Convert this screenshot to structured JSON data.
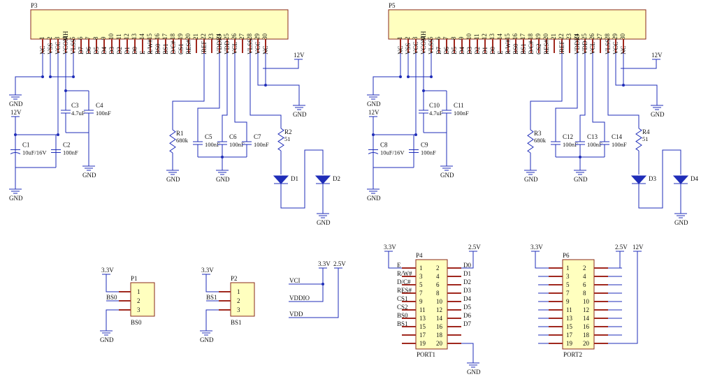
{
  "colors": {
    "wire": "#1f2db8",
    "ic_fill": "#ffffbf",
    "ic_border": "#8a2a1a",
    "pin": "#a0281e"
  },
  "blocks": [
    {
      "id": "left",
      "connector": "P3",
      "pins": [
        "1",
        "2",
        "3",
        "4",
        "5",
        "6",
        "7",
        "8",
        "9",
        "10",
        "11",
        "12",
        "13",
        "14",
        "15",
        "16",
        "17",
        "18",
        "19",
        "20",
        "21",
        "22",
        "23",
        "24",
        "25",
        "26",
        "27",
        "28",
        "29",
        "30"
      ],
      "signals": [
        "NC",
        "VSS",
        "VCC",
        "VCOMH",
        "VLSS",
        "D7",
        "D6",
        "D5",
        "D4",
        "D3",
        "D2",
        "D1",
        "D0",
        "E",
        "R/W#",
        "BS0",
        "BS1",
        "D/C#",
        "CS1",
        "RES#",
        "",
        "IREF",
        "",
        "VDDIO",
        "VDD",
        "VCL",
        "",
        "VLSS",
        "VCC",
        "NC"
      ],
      "power_12v": "12V",
      "gnd": "GND",
      "caps": [
        {
          "ref": "C1",
          "val": "10uF/16V"
        },
        {
          "ref": "C2",
          "val": "100nF"
        },
        {
          "ref": "C3",
          "val": "4.7uF"
        },
        {
          "ref": "C4",
          "val": "100nF"
        },
        {
          "ref": "C5",
          "val": "100nF"
        },
        {
          "ref": "C6",
          "val": "100nF"
        },
        {
          "ref": "C7",
          "val": "100nF"
        }
      ],
      "res": [
        {
          "ref": "R1",
          "val": "680k"
        },
        {
          "ref": "R2",
          "val": "51"
        }
      ],
      "diodes": [
        "D1",
        "D2"
      ]
    },
    {
      "id": "right",
      "connector": "P5",
      "pins": [
        "1",
        "2",
        "3",
        "4",
        "5",
        "6",
        "7",
        "8",
        "9",
        "10",
        "11",
        "12",
        "13",
        "14",
        "15",
        "16",
        "17",
        "18",
        "19",
        "20",
        "21",
        "22",
        "23",
        "24",
        "25",
        "26",
        "27",
        "28",
        "29",
        "30"
      ],
      "signals": [
        "NC",
        "VSS",
        "VCC",
        "VCOMH",
        "VLSS",
        "D7",
        "D6",
        "D5",
        "D4",
        "D3",
        "D2",
        "D1",
        "D0",
        "E",
        "R/W#",
        "BS0",
        "BS1",
        "D/C#",
        "CS2",
        "RES#",
        "",
        "IREF",
        "",
        "VDDIO",
        "VDD",
        "VCL",
        "",
        "VLSS",
        "VCC",
        "NC"
      ],
      "power_12v": "12V",
      "gnd": "GND",
      "caps": [
        {
          "ref": "C8",
          "val": "10uF/16V"
        },
        {
          "ref": "C9",
          "val": "100nF"
        },
        {
          "ref": "C10",
          "val": "4.7uF"
        },
        {
          "ref": "C11",
          "val": "100nF"
        },
        {
          "ref": "C12",
          "val": "100nF"
        },
        {
          "ref": "C13",
          "val": "100nF"
        },
        {
          "ref": "C14",
          "val": "100nF"
        }
      ],
      "res": [
        {
          "ref": "R3",
          "val": "680k"
        },
        {
          "ref": "R4",
          "val": "51"
        }
      ],
      "diodes": [
        "D3",
        "D4"
      ]
    }
  ],
  "jumpers": [
    {
      "ref": "P1",
      "name": "BS0",
      "net": "BS0",
      "pins": [
        "1",
        "2",
        "3"
      ],
      "power": "3.3V",
      "gnd": "GND"
    },
    {
      "ref": "P2",
      "name": "BS1",
      "net": "BS1",
      "pins": [
        "1",
        "2",
        "3"
      ],
      "power": "3.3V",
      "gnd": "GND"
    }
  ],
  "power_nets": {
    "v33": "3.3V",
    "v25": "2.5V",
    "lines": [
      "VCI",
      "VDDIO",
      "VDD"
    ]
  },
  "ports": [
    {
      "ref": "P4",
      "name": "PORT1",
      "v33": "3.3V",
      "v25": "2.5V",
      "gnd": "GND",
      "left_pins": [
        "1",
        "3",
        "5",
        "7",
        "9",
        "11",
        "13",
        "15",
        "17",
        "19"
      ],
      "right_pins": [
        "2",
        "4",
        "6",
        "8",
        "10",
        "12",
        "14",
        "16",
        "18",
        "20"
      ],
      "left_nets": [
        "E",
        "R/W#",
        "D/C#",
        "RES#",
        "CS1",
        "CS2",
        "BS0",
        "BS1",
        "",
        ""
      ],
      "right_nets": [
        "D0",
        "D1",
        "D2",
        "D3",
        "D4",
        "D5",
        "D6",
        "D7",
        "",
        ""
      ]
    },
    {
      "ref": "P6",
      "name": "PORT2",
      "v33": "3.3V",
      "v25": "2.5V",
      "v12": "12V",
      "left_pins": [
        "1",
        "3",
        "5",
        "7",
        "9",
        "11",
        "13",
        "15",
        "17",
        "19"
      ],
      "right_pins": [
        "2",
        "4",
        "6",
        "8",
        "10",
        "12",
        "14",
        "16",
        "18",
        "20"
      ]
    }
  ]
}
